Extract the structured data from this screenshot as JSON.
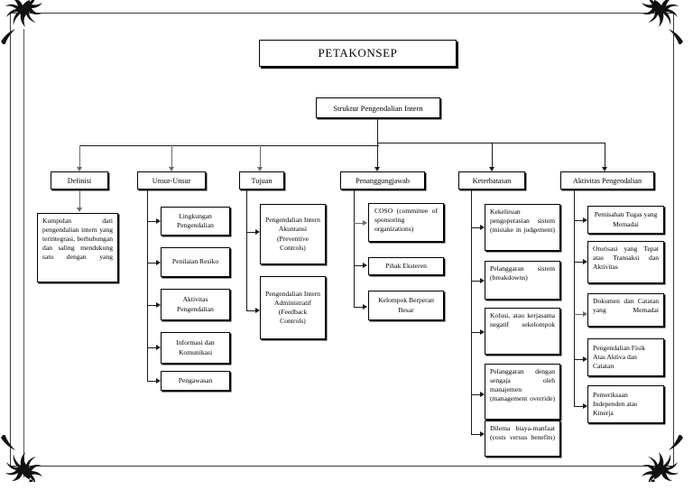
{
  "document": {
    "title": "PETAKONSEP",
    "root": "Struktur Pengendalian Intern",
    "ornament_icon": "floral-corner-ornament"
  },
  "branches": [
    {
      "id": "definisi",
      "label": "Definisi",
      "items": [
        "Kumpulan dari pengendalian intern yang terintegrasi, berhubungan dan saling mendukung satu dengan yang"
      ]
    },
    {
      "id": "unsur-unsur",
      "label": "Unsur-Unsur",
      "items": [
        "Lingkungan Pengendalian",
        "Penilaian Resiko",
        "Aktivitas Pengendalian",
        "Informasi dan Komunikasi",
        "Pengawasan"
      ]
    },
    {
      "id": "tujuan",
      "label": "Tujuan",
      "items": [
        "Pengendalian Intern Akuntansi (Preventive Controls)",
        "Pengendalian Intern Administratif (Feedback Controls)"
      ]
    },
    {
      "id": "penanggungjawab",
      "label": "Penanggungjawab",
      "items": [
        "COSO (committee of sponsoring organizations)",
        "Pihak Eksteren",
        "Kelompok Berperan Besar"
      ]
    },
    {
      "id": "keterbatasan",
      "label": "Keterbatasan",
      "items": [
        "Kekeliruan pengoperasian sistem (mistake in judgement)",
        "Pelanggaran sistem (breakdowns)",
        "Kolusi, atau kerjasama negatif sekelompok",
        "Pelanggaran dengan sengaja oleh manajemen (management override)",
        "Dilema biaya-manfaat (costs versus benefits)"
      ]
    },
    {
      "id": "aktivitas-pengendalian",
      "label": "Aktivitas Pengendalian",
      "items": [
        "Pemisahan Tugas yang Memadai",
        "Otorisasi yang Tepat atas Transaksi dan Aktivitas",
        "Dokumen dan Catatan yang Memadai",
        "Pengendalian Fisik Atas Aktiva dan Catatan",
        "Pemeriksaan Independen atas Kinerja"
      ]
    }
  ]
}
